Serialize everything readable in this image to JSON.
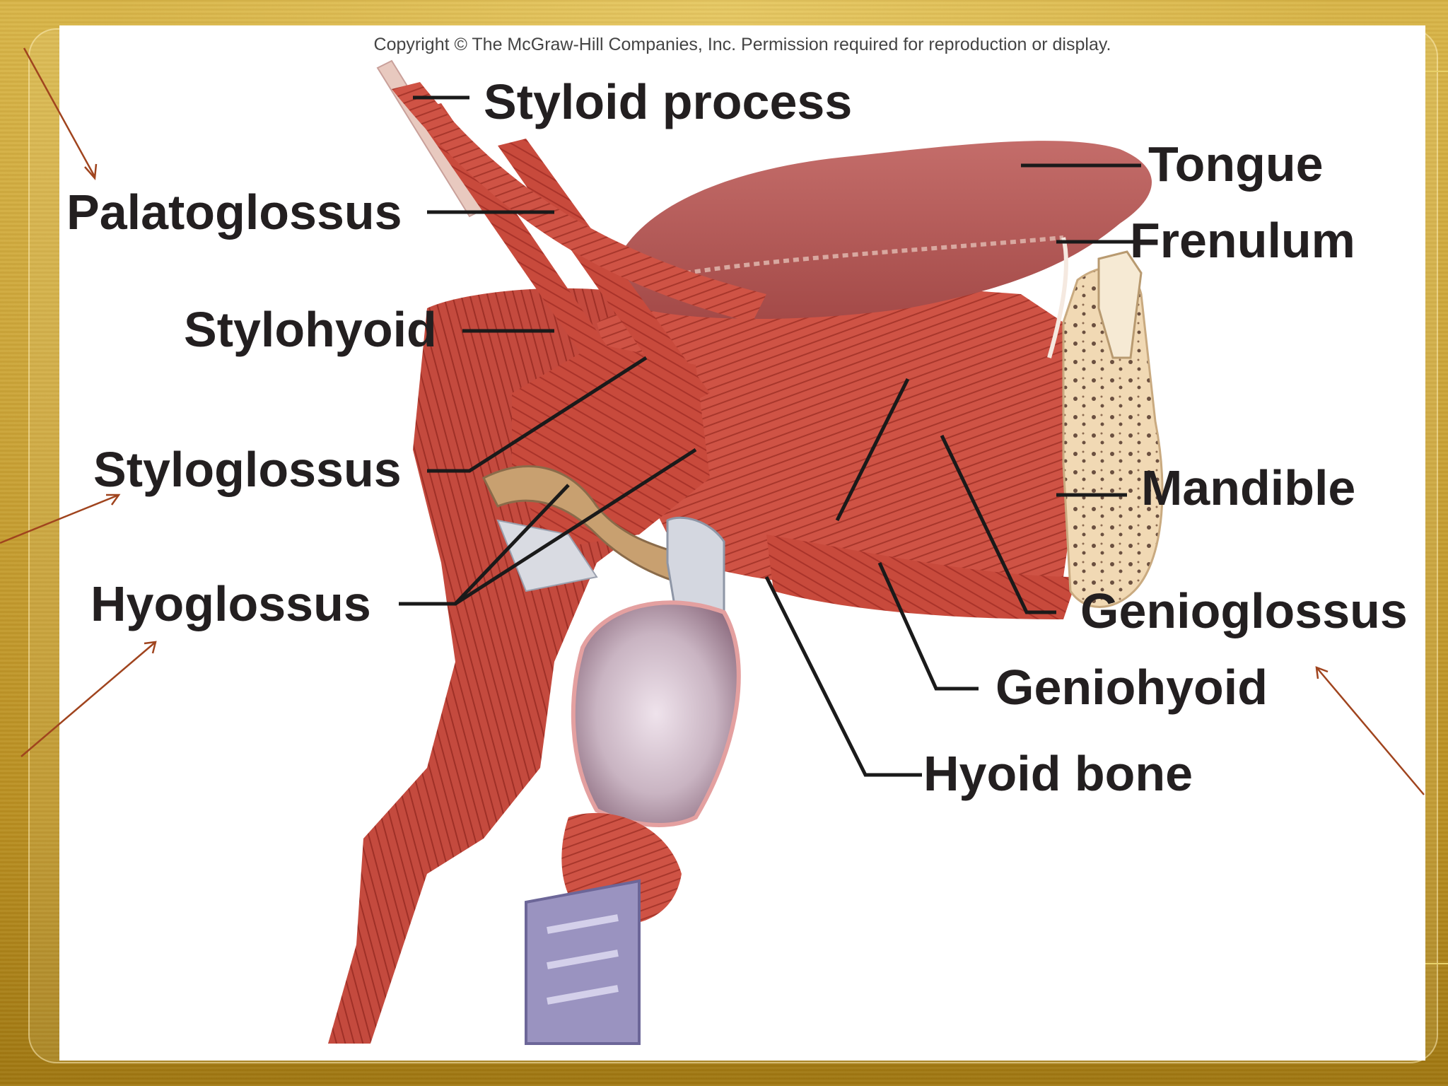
{
  "copyright": "Copyright © The McGraw-Hill Companies, Inc. Permission required for reproduction or display.",
  "labels": {
    "styloid_process": "Styloid process",
    "palatoglossus": "Palatoglossus",
    "stylohyoid": "Stylohyoid",
    "styloglossus": "Styloglossus",
    "hyoglossus": "Hyoglossus",
    "tongue": "Tongue",
    "frenulum": "Frenulum",
    "mandible": "Mandible",
    "genioglossus": "Genioglossus",
    "geniohyoid": "Geniohyoid",
    "hyoid_bone": "Hyoid bone"
  },
  "colors": {
    "background": "#c9a237",
    "muscle": "#c44a3e",
    "muscle_dark": "#a8332a",
    "tongue": "#b85a58",
    "cartilage": "#b8a8bc",
    "bone": "#f1d9b4",
    "leader_line": "#1a1a1a",
    "annotation_arrow": "#a0441e"
  }
}
